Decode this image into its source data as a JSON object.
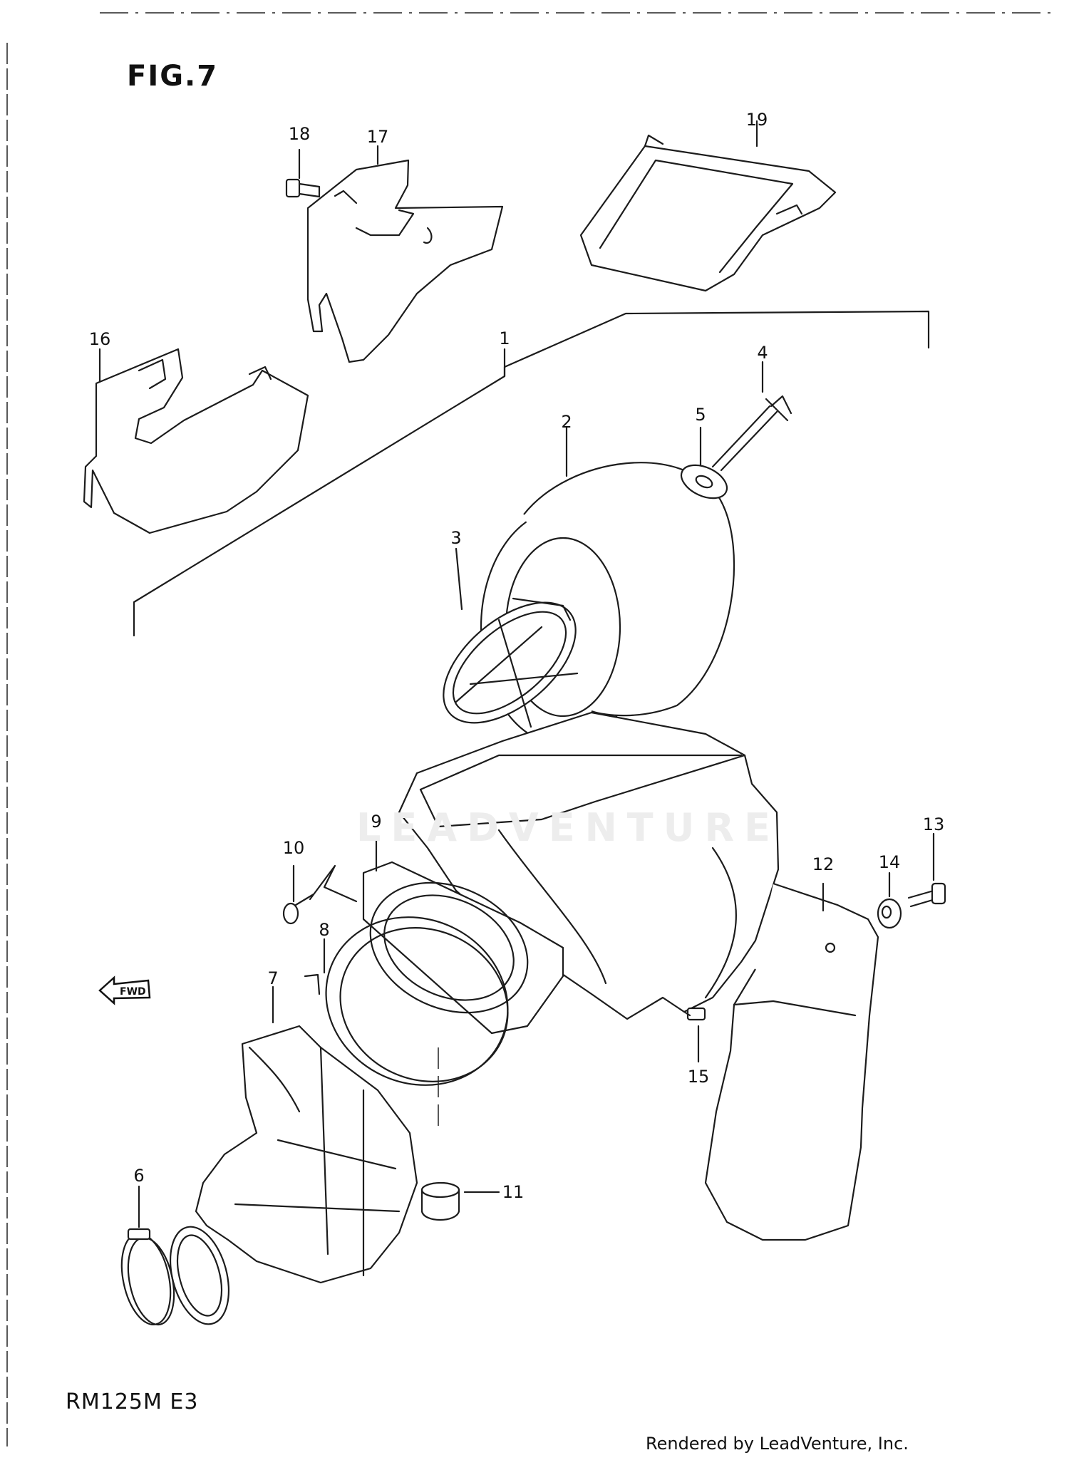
{
  "figure": {
    "title": "FIG.7",
    "model_code": "RM125M  E3",
    "credit": "Rendered by LeadVenture, Inc.",
    "watermark": "LEADVENTURE"
  },
  "fwd_icon": {
    "label": "FWD",
    "icon": "arrow-left-icon"
  },
  "callouts": [
    "1",
    "2",
    "3",
    "4",
    "5",
    "6",
    "7",
    "8",
    "9",
    "10",
    "11",
    "12",
    "13",
    "14",
    "15",
    "16",
    "17",
    "18",
    "19"
  ]
}
